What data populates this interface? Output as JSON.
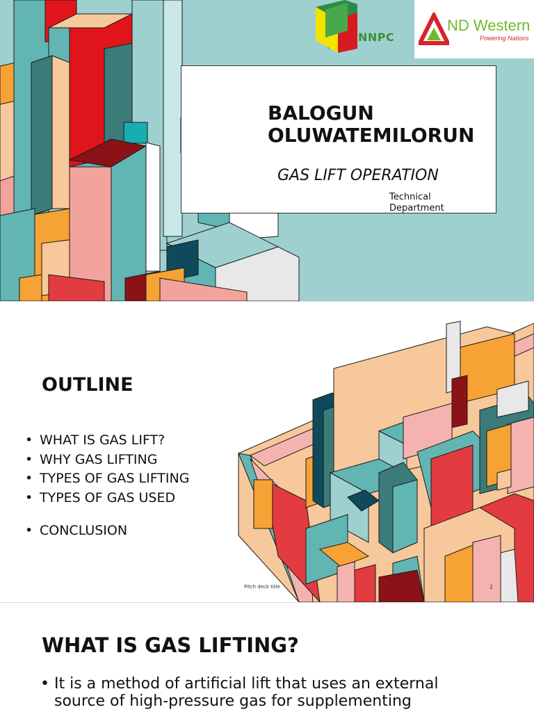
{
  "slide1": {
    "logo_nnpc": "NNPC",
    "logo_nd_western": "ND Western",
    "logo_nd_tagline": "Powering Nations",
    "presenter": "BALOGUN OLUWATEMILORUN",
    "subtitle": "GAS LIFT OPERATION",
    "department": "Technical Department",
    "colors": {
      "background": "#9fd0d0",
      "nnpc_green": "#3a8f3a",
      "ndw_green": "#74b82a",
      "ndw_red": "#d8232a"
    }
  },
  "slide2": {
    "title": "OUTLINE",
    "items": [
      "WHAT IS GAS LIFT?",
      "WHY GAS LIFTING",
      "TYPES OF GAS LIFTING",
      "TYPES OF GAS USED",
      "CONCLUSION"
    ],
    "footer": "Pitch deck title",
    "page_number": "2"
  },
  "slide3": {
    "title": "WHAT IS GAS LIFTING?",
    "bullet_text": "It is a method of artificial lift that uses an external source of high-pressure gas for supplementing"
  }
}
